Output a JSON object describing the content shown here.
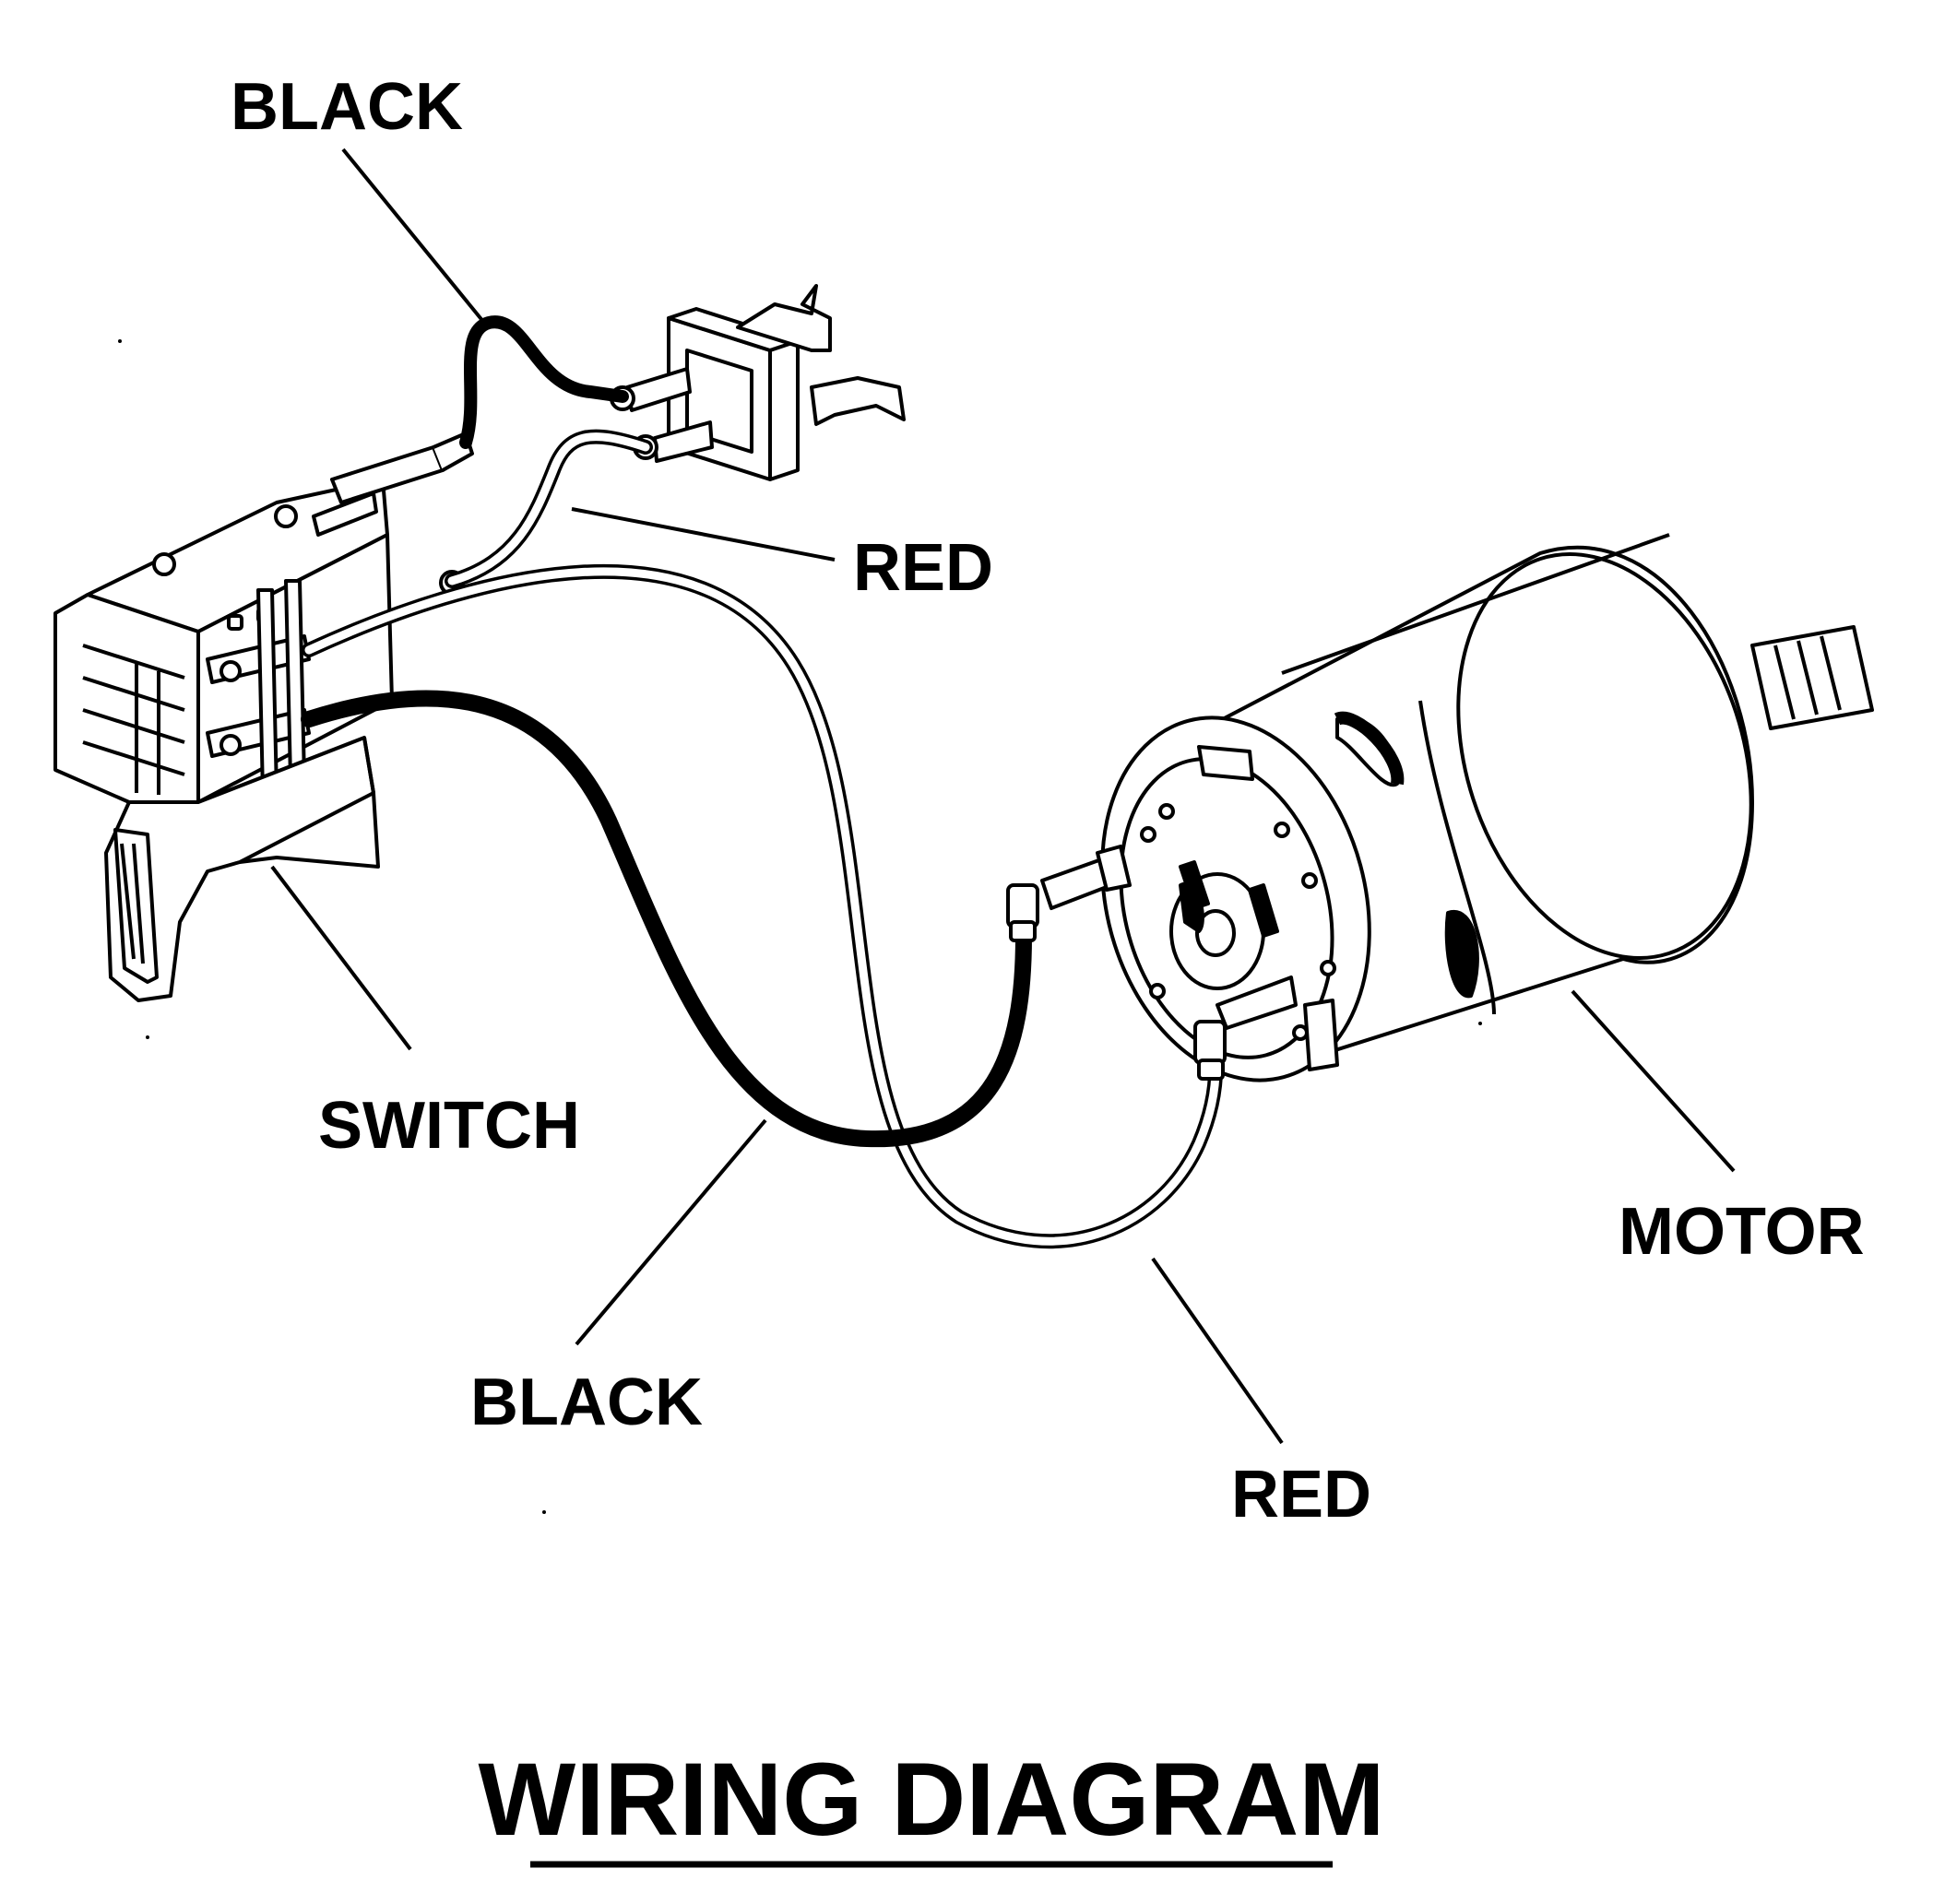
{
  "title": "WIRING DIAGRAM",
  "labels": {
    "black_top": "BLACK",
    "red_top": "RED",
    "switch": "SWITCH",
    "black_bottom": "BLACK",
    "red_bottom": "RED",
    "motor": "MOTOR"
  },
  "colors": {
    "ink": "#000000",
    "paper": "#ffffff"
  }
}
